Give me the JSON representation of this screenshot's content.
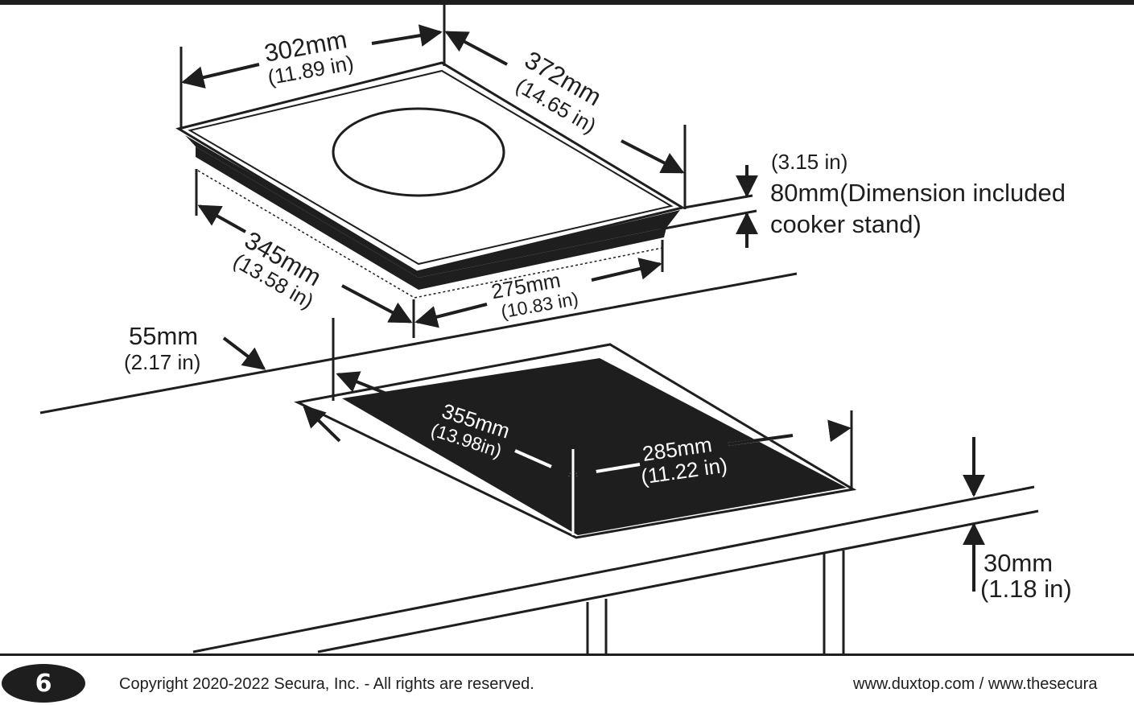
{
  "dimensions": {
    "width_302": {
      "mm": "302mm",
      "in": "(11.89 in)"
    },
    "depth_372": {
      "mm": "372mm",
      "in": "(14.65 in)"
    },
    "height_80": {
      "in": "(3.15 in)",
      "line1": "80mm(Dimension included",
      "line2": "cooker stand)"
    },
    "depth_345": {
      "mm": "345mm",
      "in": "(13.58  in)"
    },
    "width_275": {
      "mm": "275mm",
      "in": "(10.83 in)"
    },
    "margin_55": {
      "mm": "55mm",
      "in": "(2.17 in)"
    },
    "cutout_355": {
      "mm": "355mm",
      "in": "(13.98in)"
    },
    "cutout_285": {
      "mm": "285mm",
      "in": "(11.22 in)"
    },
    "counter_30": {
      "mm": "30mm",
      "in": "(1.18 in)"
    }
  },
  "footer": {
    "page_number": "6",
    "copyright": "Copyright 2020-2022 Secura, Inc. - All rights are reserved.",
    "websites": "www.duxtop.com / www.thesecura"
  }
}
